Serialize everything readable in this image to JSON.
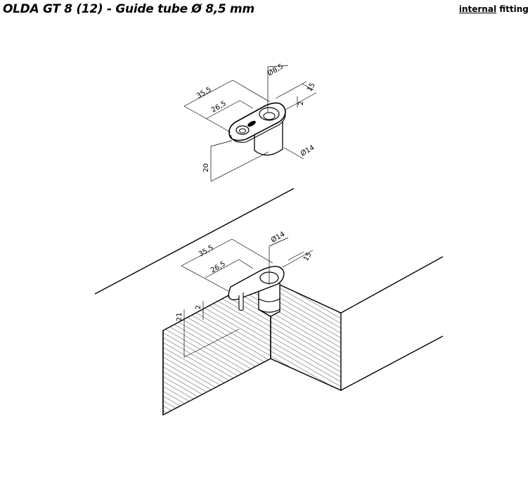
{
  "header": {
    "title": "OLDA GT 8 (12) - Guide tube Ø 8,5 mm",
    "fitting_type_emphasis": "internal",
    "fitting_type_rest": "fitting"
  },
  "top_view": {
    "dim_length_outer": "35,5",
    "dim_length_inner": "26,5",
    "dim_hole_diameter": "Ø8,5",
    "dim_width": "15",
    "dim_flange": "2",
    "dim_tube_diameter": "Ø14",
    "dim_height": "20"
  },
  "installed_view": {
    "dim_length_outer": "35,5",
    "dim_length_inner": "26,5",
    "dim_bore_diameter": "Ø14",
    "dim_width": "15",
    "dim_depth": "21",
    "dim_recess": "2"
  }
}
